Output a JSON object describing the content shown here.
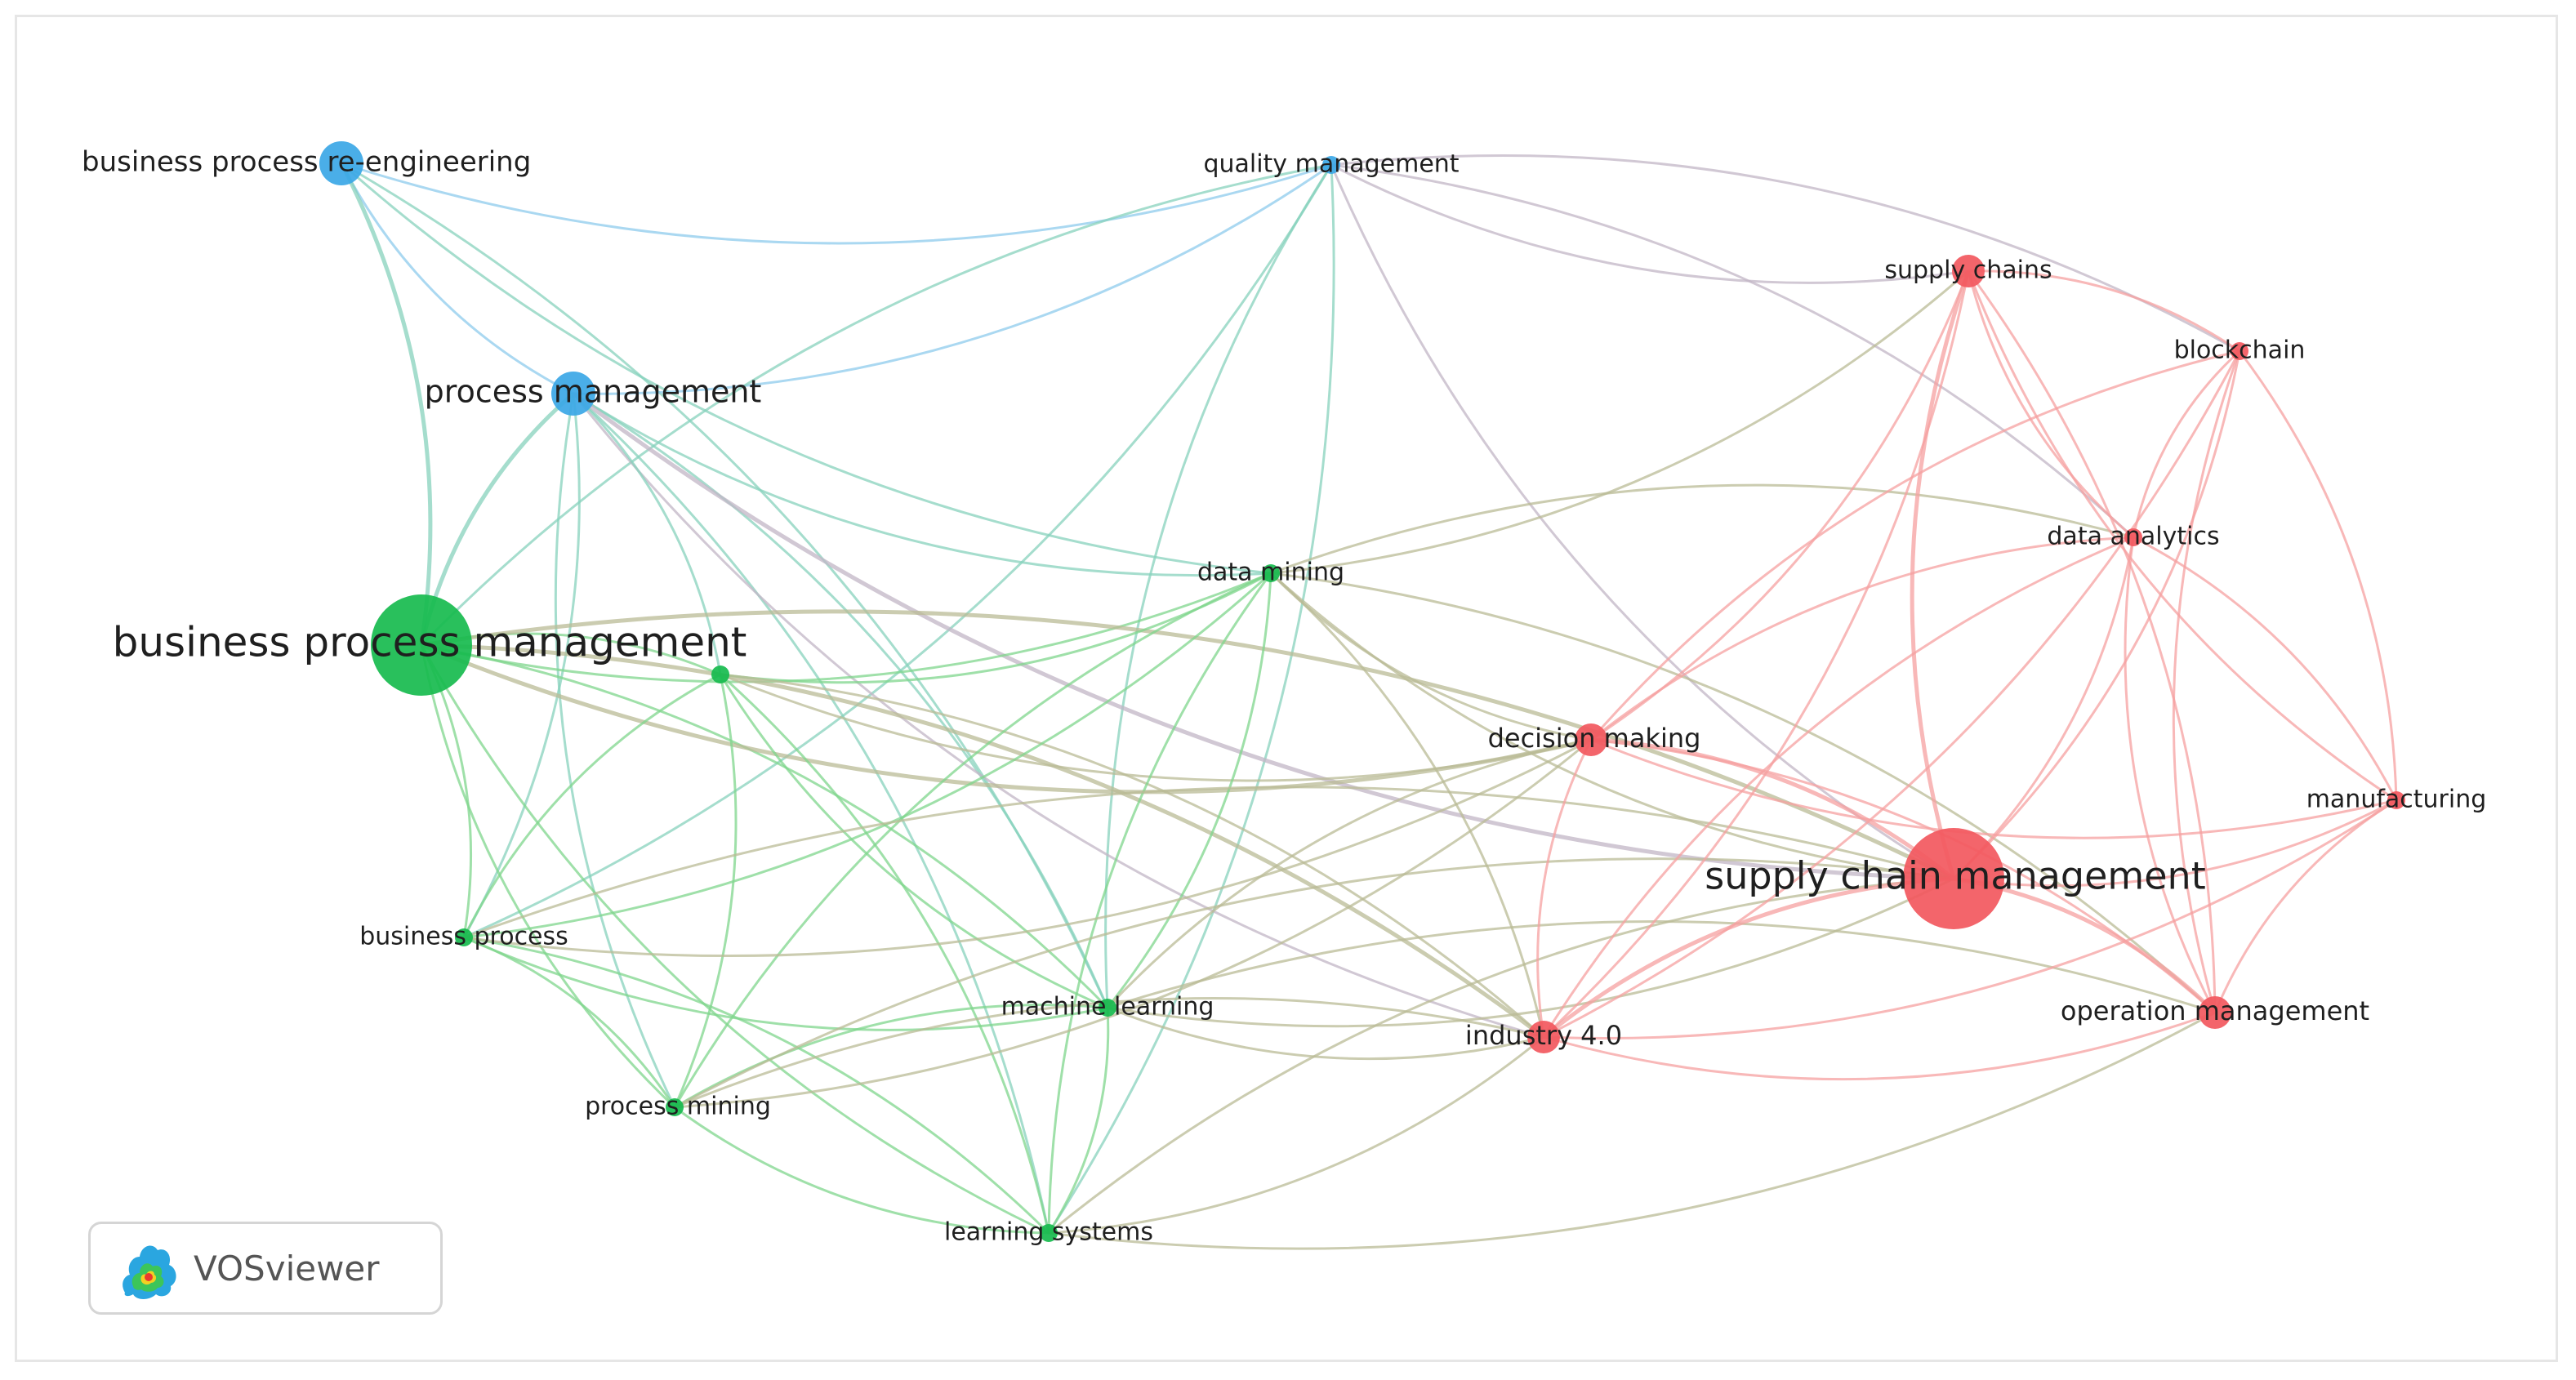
{
  "logo": {
    "text": "VOSviewer"
  },
  "clusters": {
    "blue": {
      "node": "#3ba7e6",
      "edge": "#8ecbec"
    },
    "green": {
      "node": "#17bb4e",
      "edge": "#7fd68c"
    },
    "red": {
      "node": "#f2585e",
      "edge": "#f5a0a0"
    }
  },
  "nodes": [
    {
      "id": "bpr",
      "label": "business process re-engineering",
      "cluster": "blue",
      "weight": 3
    },
    {
      "id": "qm",
      "label": "quality management",
      "cluster": "blue",
      "weight": 1
    },
    {
      "id": "pm",
      "label": "process management",
      "cluster": "blue",
      "weight": 3
    },
    {
      "id": "bpm",
      "label": "business process management",
      "cluster": "green",
      "weight": 6
    },
    {
      "id": "unl",
      "label": "",
      "cluster": "green",
      "weight": 1
    },
    {
      "id": "dm",
      "label": "data mining",
      "cluster": "green",
      "weight": 1
    },
    {
      "id": "bp",
      "label": "business process",
      "cluster": "green",
      "weight": 1
    },
    {
      "id": "ml",
      "label": "machine learning",
      "cluster": "green",
      "weight": 1
    },
    {
      "id": "pmin",
      "label": "process mining",
      "cluster": "green",
      "weight": 1
    },
    {
      "id": "ls",
      "label": "learning systems",
      "cluster": "green",
      "weight": 1
    },
    {
      "id": "sc",
      "label": "supply chains",
      "cluster": "red",
      "weight": 2
    },
    {
      "id": "bc",
      "label": "blockchain",
      "cluster": "red",
      "weight": 1
    },
    {
      "id": "da",
      "label": "data analytics",
      "cluster": "red",
      "weight": 1
    },
    {
      "id": "dmk",
      "label": "decision making",
      "cluster": "red",
      "weight": 2
    },
    {
      "id": "mf",
      "label": "manufacturing",
      "cluster": "red",
      "weight": 1
    },
    {
      "id": "scm",
      "label": "supply chain management",
      "cluster": "red",
      "weight": 6
    },
    {
      "id": "i40",
      "label": "industry 4.0",
      "cluster": "red",
      "weight": 2
    },
    {
      "id": "om",
      "label": "operation management",
      "cluster": "red",
      "weight": 2
    }
  ],
  "links": [
    [
      "bpr",
      "pm"
    ],
    [
      "bpr",
      "bpm"
    ],
    [
      "bpr",
      "qm"
    ],
    [
      "bpr",
      "ml"
    ],
    [
      "bpr",
      "dm"
    ],
    [
      "qm",
      "pm"
    ],
    [
      "qm",
      "bpm"
    ],
    [
      "qm",
      "bp"
    ],
    [
      "qm",
      "ml"
    ],
    [
      "qm",
      "ls"
    ],
    [
      "qm",
      "scm"
    ],
    [
      "qm",
      "bc"
    ],
    [
      "qm",
      "sc"
    ],
    [
      "qm",
      "da"
    ],
    [
      "pm",
      "bpm"
    ],
    [
      "pm",
      "bp"
    ],
    [
      "pm",
      "pmin"
    ],
    [
      "pm",
      "ml"
    ],
    [
      "pm",
      "dm"
    ],
    [
      "pm",
      "ls"
    ],
    [
      "pm",
      "i40"
    ],
    [
      "pm",
      "unl"
    ],
    [
      "pm",
      "scm"
    ],
    [
      "bpm",
      "unl"
    ],
    [
      "bpm",
      "dm"
    ],
    [
      "bpm",
      "bp"
    ],
    [
      "bpm",
      "pmin"
    ],
    [
      "bpm",
      "ml"
    ],
    [
      "bpm",
      "ls"
    ],
    [
      "bpm",
      "i40"
    ],
    [
      "bpm",
      "dmk"
    ],
    [
      "bpm",
      "scm"
    ],
    [
      "unl",
      "bp"
    ],
    [
      "unl",
      "pmin"
    ],
    [
      "unl",
      "ml"
    ],
    [
      "unl",
      "ls"
    ],
    [
      "unl",
      "dm"
    ],
    [
      "unl",
      "i40"
    ],
    [
      "unl",
      "dmk"
    ],
    [
      "dm",
      "bp"
    ],
    [
      "dm",
      "pmin"
    ],
    [
      "dm",
      "ml"
    ],
    [
      "dm",
      "ls"
    ],
    [
      "dm",
      "i40"
    ],
    [
      "dm",
      "dmk"
    ],
    [
      "dm",
      "da"
    ],
    [
      "dm",
      "sc"
    ],
    [
      "dm",
      "om"
    ],
    [
      "dm",
      "scm"
    ],
    [
      "bp",
      "pmin"
    ],
    [
      "bp",
      "ml"
    ],
    [
      "bp",
      "ls"
    ],
    [
      "bp",
      "dmk"
    ],
    [
      "bp",
      "scm"
    ],
    [
      "ml",
      "pmin"
    ],
    [
      "ml",
      "ls"
    ],
    [
      "ml",
      "i40"
    ],
    [
      "ml",
      "om"
    ],
    [
      "ml",
      "scm"
    ],
    [
      "ml",
      "dmk"
    ],
    [
      "pmin",
      "ls"
    ],
    [
      "pmin",
      "i40"
    ],
    [
      "pmin",
      "dmk"
    ],
    [
      "pmin",
      "scm"
    ],
    [
      "ls",
      "i40"
    ],
    [
      "ls",
      "scm"
    ],
    [
      "ls",
      "om"
    ],
    [
      "sc",
      "bc"
    ],
    [
      "sc",
      "da"
    ],
    [
      "sc",
      "dmk"
    ],
    [
      "sc",
      "scm"
    ],
    [
      "sc",
      "om"
    ],
    [
      "sc",
      "mf"
    ],
    [
      "sc",
      "i40"
    ],
    [
      "bc",
      "da"
    ],
    [
      "bc",
      "scm"
    ],
    [
      "bc",
      "om"
    ],
    [
      "bc",
      "mf"
    ],
    [
      "bc",
      "dmk"
    ],
    [
      "bc",
      "i40"
    ],
    [
      "da",
      "dmk"
    ],
    [
      "da",
      "scm"
    ],
    [
      "da",
      "om"
    ],
    [
      "da",
      "mf"
    ],
    [
      "da",
      "i40"
    ],
    [
      "dmk",
      "scm"
    ],
    [
      "dmk",
      "i40"
    ],
    [
      "dmk",
      "om"
    ],
    [
      "dmk",
      "mf"
    ],
    [
      "mf",
      "scm"
    ],
    [
      "mf",
      "om"
    ],
    [
      "mf",
      "i40"
    ],
    [
      "scm",
      "i40"
    ],
    [
      "scm",
      "om"
    ],
    [
      "i40",
      "om"
    ]
  ]
}
